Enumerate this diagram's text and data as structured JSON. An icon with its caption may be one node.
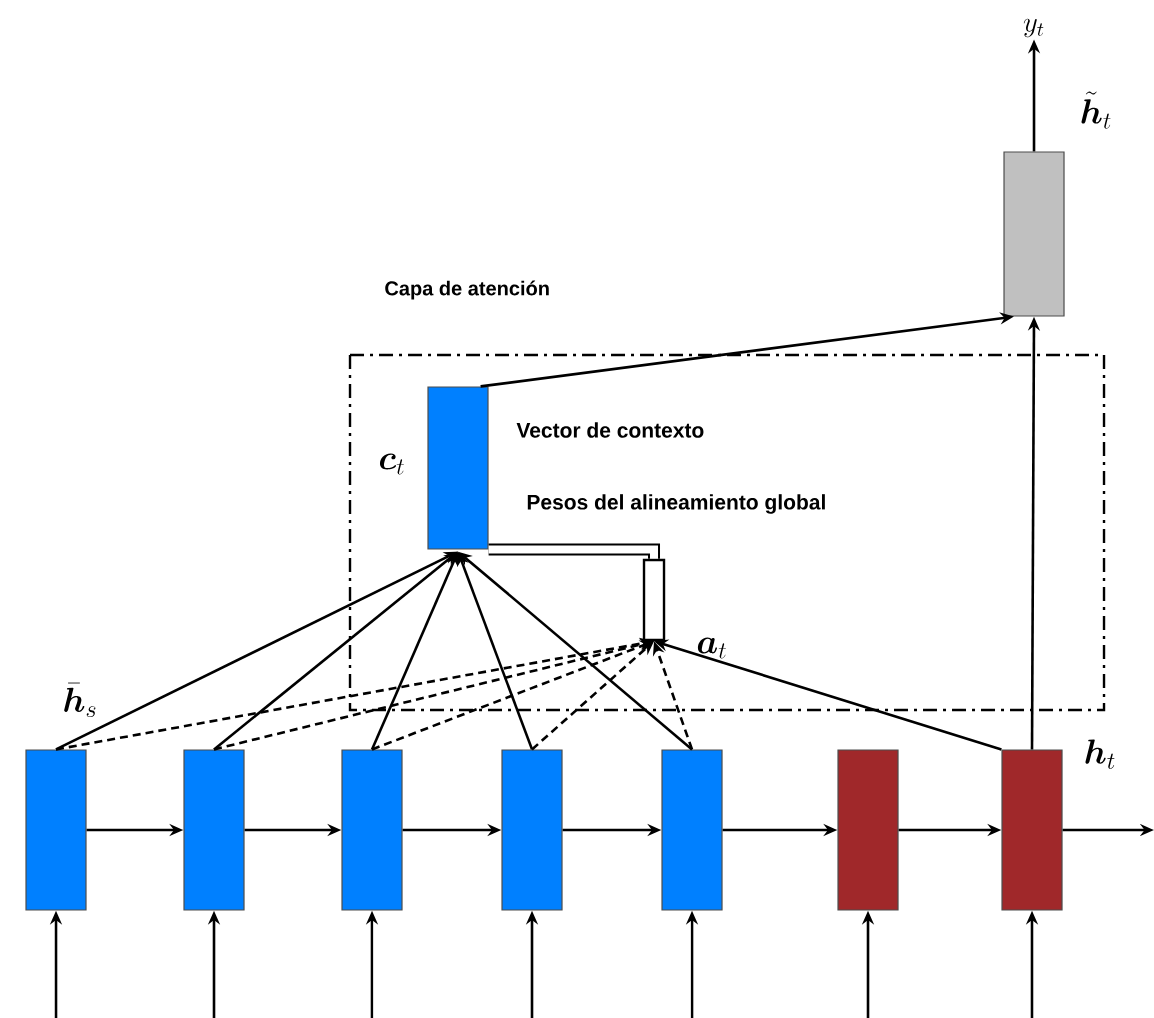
{
  "diagram": {
    "nodes": [
      {
        "text": [],
        "shape": "box",
        "beside": [
          "\\bar{\\boldsymbol{h}}_s"
        ]
      },
      {
        "text": [],
        "shape": "box"
      },
      {
        "text": [],
        "shape": "box"
      },
      {
        "text": [],
        "shape": "box"
      },
      {
        "text": [],
        "shape": "box"
      },
      {
        "text": [],
        "shape": "box"
      },
      {
        "text": [],
        "shape": "box",
        "beside": [
          "\\boldsymbol{h}_t"
        ]
      },
      {
        "text": [
          "Capa de atención"
        ]
      },
      {
        "text": [],
        "shape": "box",
        "in": 7,
        "beside": [
          "\\boldsymbol{c}_t"
        ]
      },
      {
        "text": [],
        "shape": "bar",
        "in": 7,
        "beside": [
          "\\boldsymbol{a}_t"
        ]
      },
      {
        "text": [],
        "shape": "box",
        "beside": [
          "\\tilde{\\boldsymbol{h}}_t"
        ]
      },
      {
        "text": [
          "y_t"
        ]
      }
    ],
    "edges": [
      {
        "from": null,
        "to": 0,
        "arrow": "to"
      },
      {
        "from": null,
        "to": 1,
        "arrow": "to"
      },
      {
        "from": null,
        "to": 2,
        "arrow": "to"
      },
      {
        "from": null,
        "to": 3,
        "arrow": "to"
      },
      {
        "from": null,
        "to": 4,
        "arrow": "to"
      },
      {
        "from": null,
        "to": 5,
        "arrow": "to"
      },
      {
        "from": null,
        "to": 6,
        "arrow": "to"
      },
      {
        "from": 0,
        "to": 1,
        "arrow": "to"
      },
      {
        "from": 1,
        "to": 2,
        "arrow": "to"
      },
      {
        "from": 2,
        "to": 3,
        "arrow": "to"
      },
      {
        "from": 3,
        "to": 4,
        "arrow": "to"
      },
      {
        "from": 4,
        "to": 5,
        "arrow": "to"
      },
      {
        "from": 5,
        "to": 6,
        "arrow": "to"
      },
      {
        "from": 6,
        "to": null,
        "arrow": "to"
      },
      {
        "from": 0,
        "to": 8,
        "arrow": "to"
      },
      {
        "from": 1,
        "to": 8,
        "arrow": "to"
      },
      {
        "from": 2,
        "to": 8,
        "arrow": "to"
      },
      {
        "from": 3,
        "to": 8,
        "arrow": "to"
      },
      {
        "from": 4,
        "to": 8,
        "arrow": "to"
      },
      {
        "from": 0,
        "to": 9,
        "arrow": "to",
        "style": "dashed"
      },
      {
        "from": 1,
        "to": 9,
        "arrow": "to",
        "style": "dashed"
      },
      {
        "from": 2,
        "to": 9,
        "arrow": "to",
        "style": "dashed"
      },
      {
        "from": 3,
        "to": 9,
        "arrow": "to",
        "style": "dashed"
      },
      {
        "from": 4,
        "to": 9,
        "arrow": "to",
        "style": "dashed"
      },
      {
        "from": 6,
        "to": 9,
        "arrow": "to"
      },
      {
        "from": 9,
        "to": 8,
        "arrow": "none",
        "style": "thick"
      },
      {
        "from": 8,
        "to": 10,
        "arrow": "to"
      },
      {
        "from": 6,
        "to": 10,
        "arrow": "to"
      },
      {
        "from": 10,
        "to": 11,
        "arrow": "to"
      }
    ],
    "labels": [
      "Vector de contexto",
      "Pesos del alineamiento global"
    ]
  }
}
